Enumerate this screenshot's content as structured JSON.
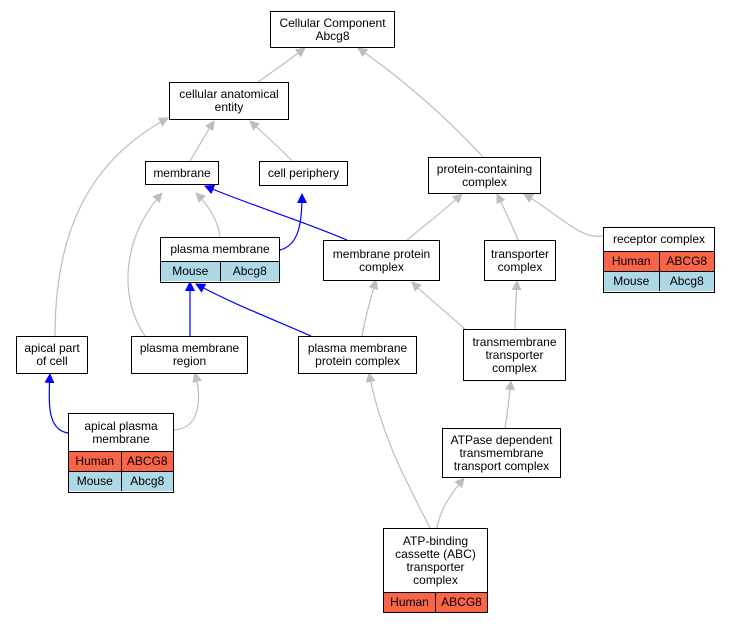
{
  "nodes": {
    "root": {
      "label": "Cellular Component\nAbcg8"
    },
    "cae": {
      "label": "cellular anatomical\nentity"
    },
    "membrane": {
      "label": "membrane"
    },
    "periphery": {
      "label": "cell periphery"
    },
    "pcc": {
      "label": "protein-containing\ncomplex"
    },
    "pm": {
      "label": "plasma membrane",
      "mouse": [
        "Mouse",
        "Abcg8"
      ]
    },
    "mpc": {
      "label": "membrane protein\ncomplex"
    },
    "tc": {
      "label": "transporter\ncomplex"
    },
    "rc": {
      "label": "receptor complex",
      "human": [
        "Human",
        "ABCG8"
      ],
      "mouse": [
        "Mouse",
        "Abcg8"
      ]
    },
    "apcell": {
      "label": "apical part\nof cell"
    },
    "pmr": {
      "label": "plasma membrane\nregion"
    },
    "pmpc": {
      "label": "plasma membrane\nprotein complex"
    },
    "ttc": {
      "label": "transmembrane\ntransporter\ncomplex"
    },
    "apm": {
      "label": "apical plasma\nmembrane",
      "human": [
        "Human",
        "ABCG8"
      ],
      "mouse": [
        "Mouse",
        "Abcg8"
      ]
    },
    "atpase": {
      "label": "ATPase dependent\ntransmembrane\ntransport complex"
    },
    "abc": {
      "label": "ATP-binding\ncassette (ABC)\ntransporter\ncomplex",
      "human": [
        "Human",
        "ABCG8"
      ]
    }
  },
  "edge_colors": {
    "is_a": "#bebebe",
    "part_of": "#0000ff"
  },
  "row_colors": {
    "human": "#fa6449",
    "mouse": "#add8e6"
  }
}
